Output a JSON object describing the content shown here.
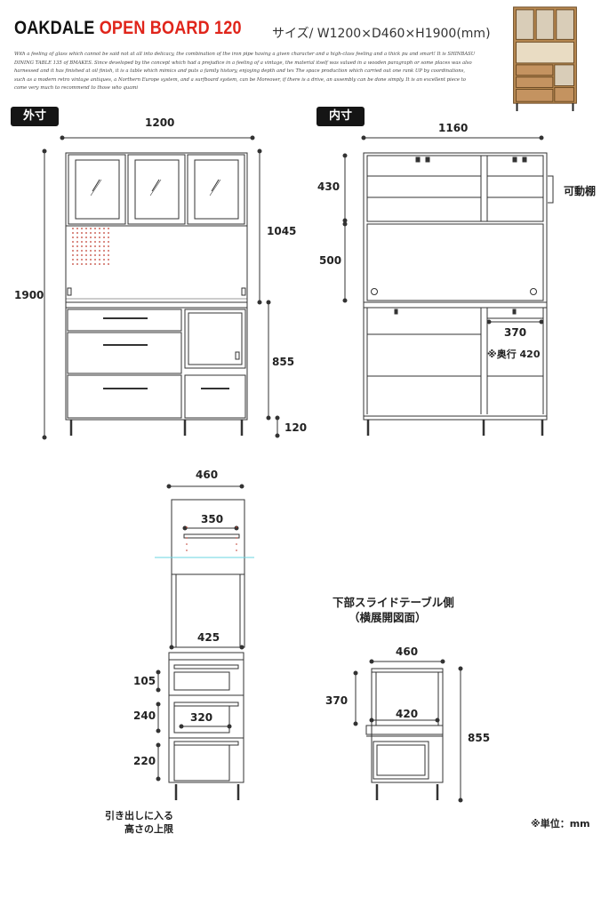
{
  "header": {
    "brand_part1": "OAKDALE",
    "brand_part2": "OPEN BOARD 120",
    "size_text": "サイズ/ W1200×D460×H1900(mm)",
    "description": "With a feeling of glass which cannot be said not at all into delicacy, the combination of the iron pipe having a given character and a high-class feeling and a thick pu and smart! It is SHINBASU DINING TABLE 135 of BMAKES. Since developed by the concept which had a prejudice in a feeling of a vintage, the material itself was valued in a wooden paragraph or some places was also harnessed and it has finished at oil finish, it is a table which mimics and puts a family history, enjoying depth and tex The space production which carried out one rank UP by coordinations, such as a modern retro vintage antiques, a Northern Europe system, and a surfboard system, can be Moreover, if there is a drive, an assembly can be done simply. It is an excellent piece to come very much to recommend to those who quami"
  },
  "sections": {
    "exterior_label": "外寸",
    "interior_label": "内寸"
  },
  "exterior_dims": {
    "width": "1200",
    "height": "1900",
    "upper": "1045",
    "lower": "855",
    "leg": "120"
  },
  "interior_dims": {
    "width": "1160",
    "upper_shelf": "430",
    "glass_area": "500",
    "adjustable_shelf": "可動棚",
    "opening_width": "370",
    "depth_note": "※奥行 420"
  },
  "side_dims": {
    "depth": "460",
    "upper_inner": "350",
    "counter_depth": "425",
    "drawer1": "105",
    "drawer2": "240",
    "drawer3": "220",
    "drawer_inner": "320",
    "note_line1": "引き出しに入る",
    "note_line2": "高さの上限"
  },
  "slide_section": {
    "title_line1": "下部スライドテーブル側",
    "title_line2": "（横展開図面）",
    "depth": "460",
    "upper": "370",
    "inner": "420",
    "height": "855"
  },
  "unit_note": "※単位：mm",
  "colors": {
    "accent_red": "#e0251b",
    "line": "#333333",
    "glass": "#8a8a8a",
    "cyan_line": "#6ad4e0",
    "wood": "#c89a5c"
  }
}
